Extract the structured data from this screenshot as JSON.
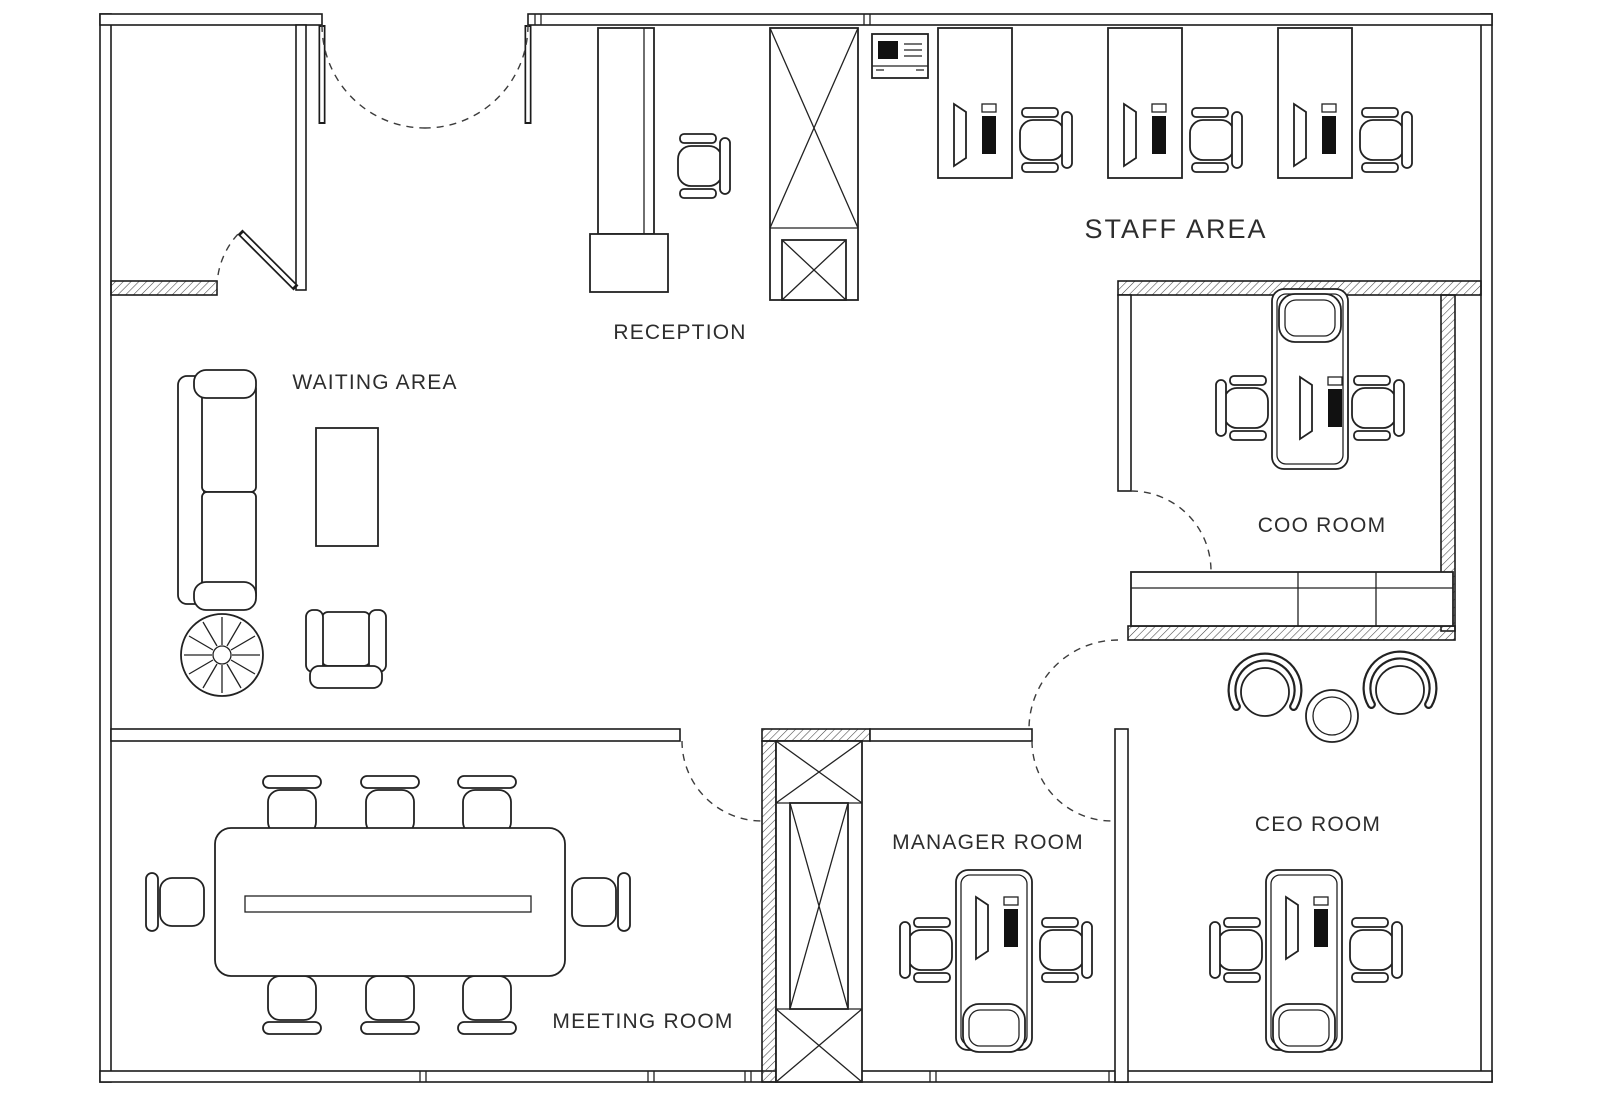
{
  "labels": {
    "reception": "RECEPTION",
    "waiting_area": "WAITING AREA",
    "staff_area": "STAFF AREA",
    "coo_room": "COO ROOM",
    "ceo_room": "CEO ROOM",
    "manager_room": "MANAGER ROOM",
    "meeting_room": "MEETING ROOM"
  },
  "colors": {
    "background": "#ffffff",
    "wall_line": "#1c1c1c",
    "furniture_line": "#222222",
    "label_text": "#2d2d2d"
  }
}
